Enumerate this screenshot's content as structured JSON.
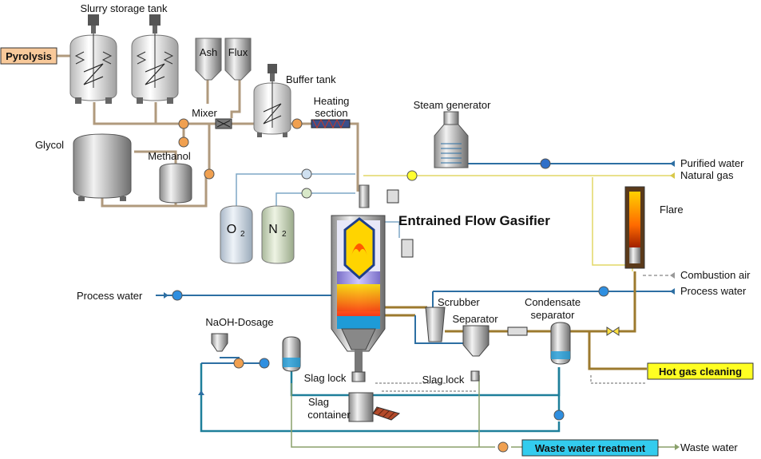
{
  "labels": {
    "slurry_storage_tank": "Slurry storage tank",
    "ash": "Ash",
    "flux": "Flux",
    "buffer_tank": "Buffer tank",
    "mixer": "Mixer",
    "heating_section": "Heating\nsection",
    "steam_generator": "Steam generator",
    "glycol": "Glycol",
    "methanol": "Methanol",
    "o2": "O",
    "o2_sub": "2",
    "n2": "N",
    "n2_sub": "2",
    "gasifier": "Entrained Flow Gasifier",
    "flare": "Flare",
    "purified_water": "Purified water",
    "natural_gas": "Natural gas",
    "combustion_air": "Combustion air",
    "process_water_left": "Process water",
    "process_water_right": "Process water",
    "scrubber": "Scrubber",
    "separator": "Separator",
    "condensate_separator": "Condensate\nseparator",
    "naoh_dosage": "NaOH-Dosage",
    "slag_lock_center": "Slag lock",
    "slag_lock_right": "Slag lock",
    "slag_container": "Slag\ncontainer",
    "waste_water": "Waste water"
  },
  "boxes": {
    "pyrolysis": "Pyrolysis",
    "hot_gas_cleaning": "Hot gas cleaning",
    "waste_water_treatment": "Waste water treatment"
  },
  "colors": {
    "pyrolysis_fill": "#f8c99a",
    "hot_gas_fill": "#ffff22",
    "waste_water_fill": "#33ccee",
    "pump_orange": "#f0a050",
    "pump_yellow": "#ffff30",
    "pump_blue": "#2f8fe0",
    "gasifier_flame": "#ff6a00",
    "gasifier_water": "#1e9bd7"
  }
}
